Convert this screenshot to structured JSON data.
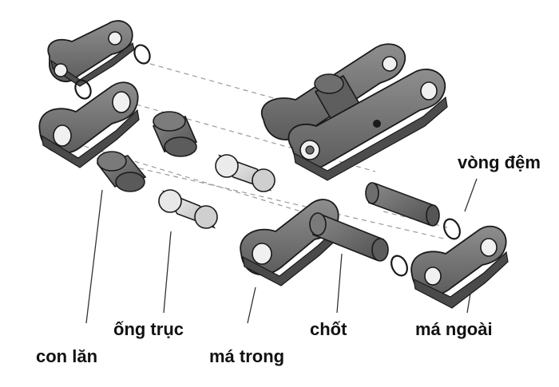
{
  "labels": {
    "washer": "vòng đệm",
    "roller": "con lăn",
    "bushing": "ống trục",
    "inner_plate": "má trong",
    "pin": "chốt",
    "outer_plate": "má ngoài"
  },
  "colors": {
    "plate": "#6e6e6e",
    "plate_light": "#8a8a8a",
    "roller": "#6f6f6f",
    "bushing": "#d8d8d8",
    "pin": "#6a6a6a",
    "outline": "#1a1a1a",
    "guide_line": "#9a9a9a"
  }
}
